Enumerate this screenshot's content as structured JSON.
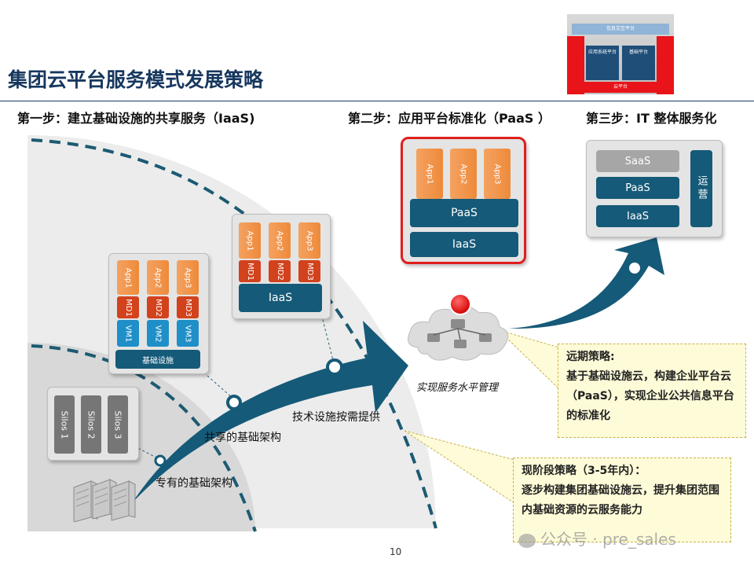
{
  "title": "集团云平台服务模式发展策略",
  "steps": {
    "step1": "第一步：建立基础设施的共享服务（IaaS)",
    "step2": "第二步：应用平台标准化（PaaS ）",
    "step3": "第三步：IT 整体服务化"
  },
  "logo": {
    "top_label": "信息交互平台",
    "left_label": "应用系统平台",
    "right_label": "基础平台",
    "bottom_label": "云平台"
  },
  "stack1": {
    "apps": [
      "App1",
      "App2",
      "App3"
    ],
    "mds": [
      "MD1",
      "MD2",
      "MD3"
    ],
    "vms": [
      "VM1",
      "VM2",
      "VM3"
    ],
    "base": "基础设施"
  },
  "stack2": {
    "apps": [
      "App1",
      "App2",
      "App3"
    ],
    "mds": [
      "MD1",
      "MD2",
      "MD3"
    ],
    "base": "IaaS"
  },
  "stack3": {
    "apps": [
      "App1",
      "App2",
      "App3"
    ],
    "paas": "PaaS",
    "iaas": "IaaS"
  },
  "stack4": {
    "saas": "SaaS",
    "paas": "PaaS",
    "iaas": "IaaS",
    "ops": "运营"
  },
  "silos": [
    "Silos 1",
    "Silos 2",
    "Silos 3"
  ],
  "labels": {
    "dedicated": "专有的基础架构",
    "shared": "共享的基础架构",
    "on_demand": "技术设施按需提供",
    "horizontal": "实现服务水平管理"
  },
  "notes": {
    "long_term": {
      "heading": "远期策略:",
      "body": "基于基础设施云，构建企业平台云（PaaS），实现企业公共信息平台的标准化"
    },
    "current": {
      "heading": "现阶段策略（3-5年内）：",
      "body": "逐步构建集团基础设施云，提升集团范围内基础资源的云服务能力"
    }
  },
  "watermark": "公众号 · pre_sales",
  "page_number": "10",
  "colors": {
    "title": "#17375e",
    "arrow": "#155a78",
    "app": "#ee8a3a",
    "md": "#d2421c",
    "vm": "#1f8fc8",
    "highlight": "#e01e1e"
  }
}
